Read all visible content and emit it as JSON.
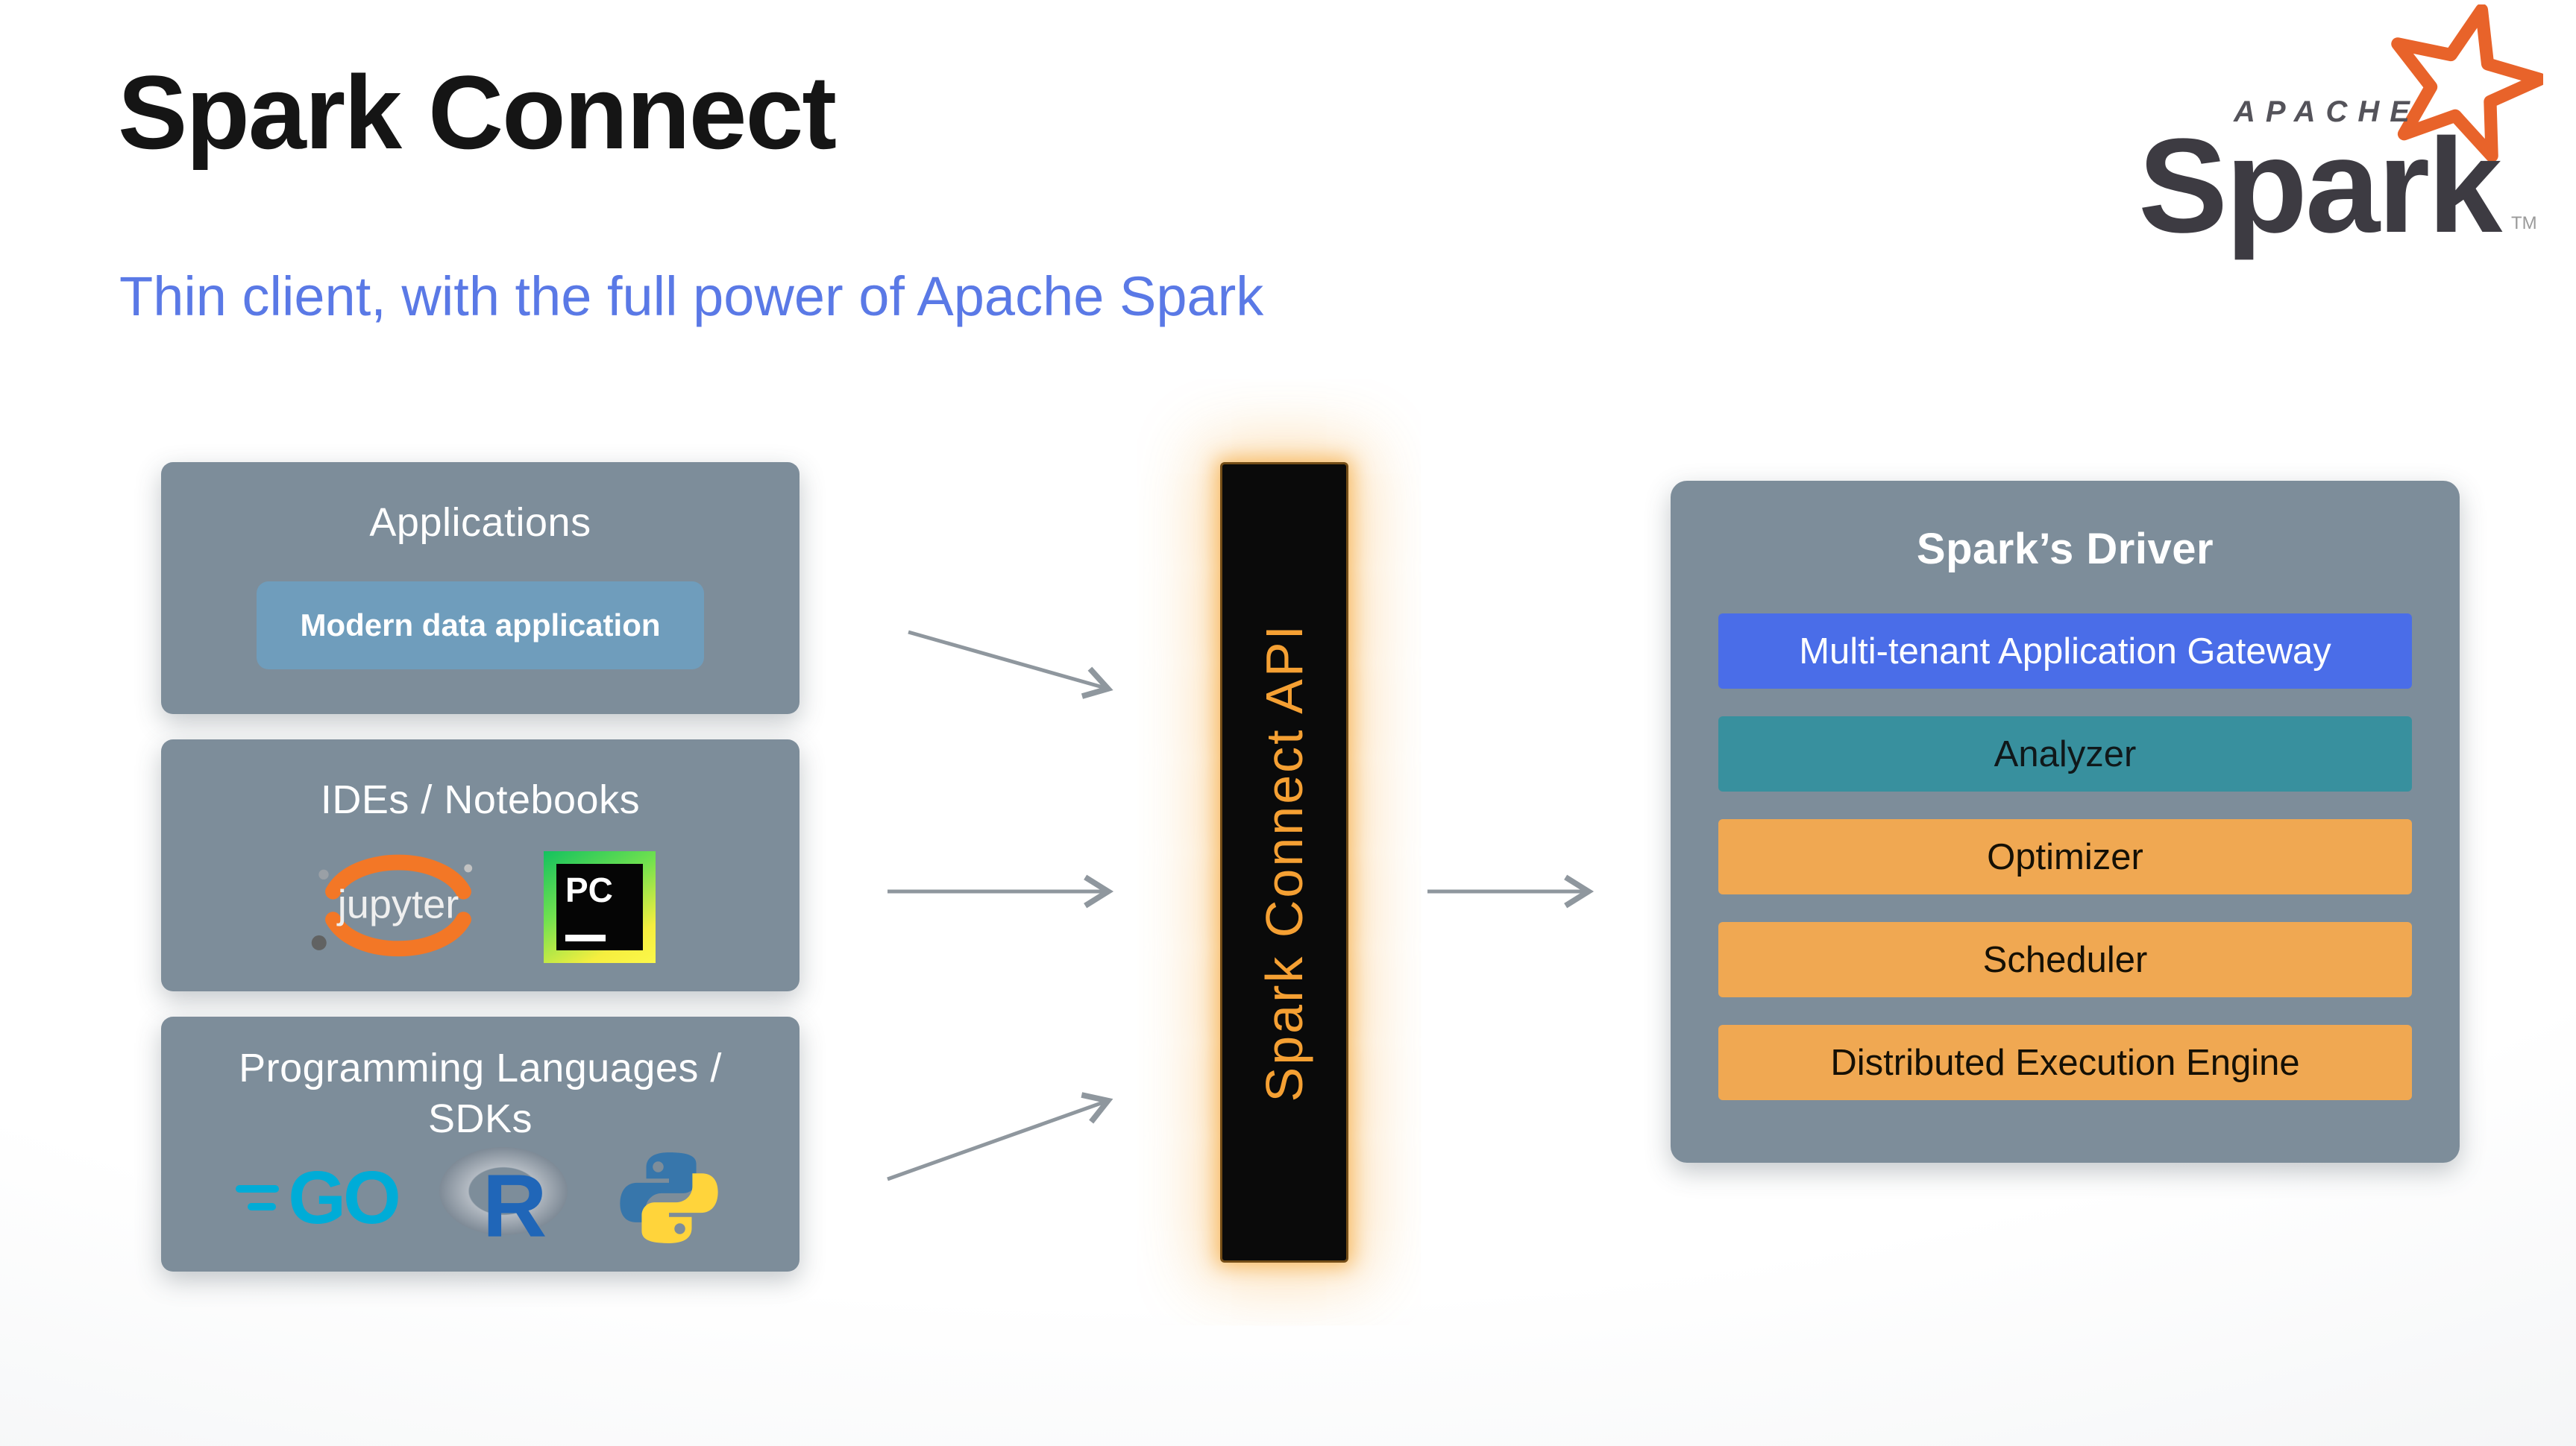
{
  "header": {
    "title": "Spark Connect",
    "subtitle": "Thin client, with the full power of Apache Spark"
  },
  "brand": {
    "apache": "APACHE",
    "spark": "Spark",
    "tm": "TM"
  },
  "left_boxes": [
    {
      "title": "Applications",
      "chip": "Modern data application"
    },
    {
      "title": "IDEs / Notebooks"
    },
    {
      "title": "Programming Languages / SDKs"
    }
  ],
  "icons": {
    "jupyter_label": "jupyter",
    "pycharm_label": "PC",
    "go_label": "GO",
    "r_label": "R"
  },
  "connector": {
    "label": "Spark Connect API",
    "text_color": "#f5a033"
  },
  "driver": {
    "title": "Spark’s Driver",
    "rows": [
      {
        "label": "Multi-tenant Application Gateway",
        "bg": "#4a6de8",
        "fg": "#ffffff"
      },
      {
        "label": "Analyzer",
        "bg": "#38909e",
        "fg": "#10181a"
      },
      {
        "label": "Optimizer",
        "bg": "#f0a852",
        "fg": "#151005"
      },
      {
        "label": "Scheduler",
        "bg": "#f0a852",
        "fg": "#151005"
      },
      {
        "label": "Distributed Execution Engine",
        "bg": "#f0a852",
        "fg": "#151005"
      }
    ]
  },
  "colors": {
    "panel_bg": "#7d8d9a",
    "subtitle": "#5a79e6",
    "chip_bg": "#6f9dbc",
    "arrow": "#8f979e",
    "spark_orange": "#e8632a"
  }
}
